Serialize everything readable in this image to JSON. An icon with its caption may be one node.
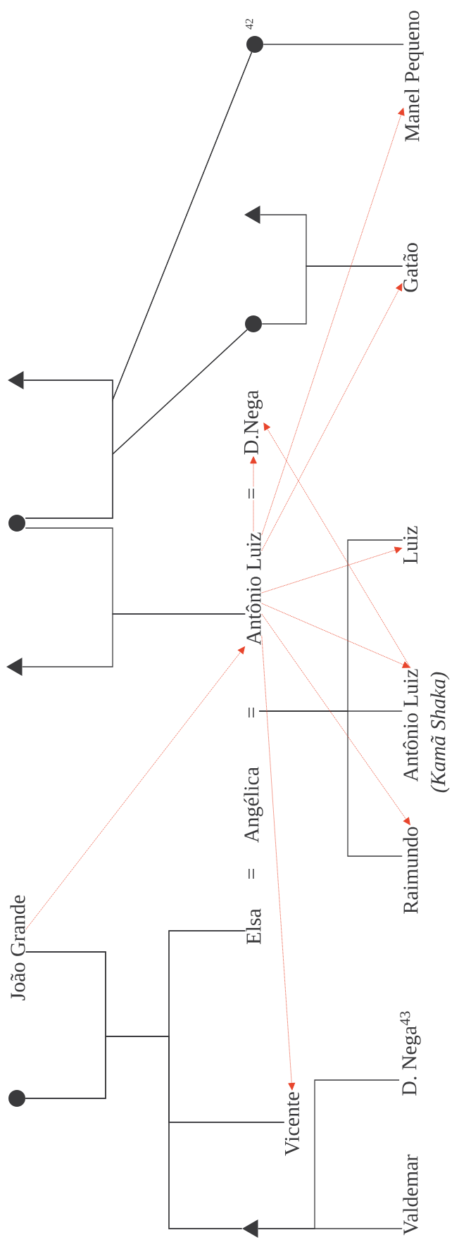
{
  "diagram": {
    "nodes": [
      {
        "text": [],
        "shape": "circle"
      },
      {
        "text": [
          "João Grande"
        ]
      },
      {
        "text": [],
        "shape": "triangle"
      },
      {
        "text": [],
        "shape": "circle"
      },
      {
        "text": [],
        "shape": "triangle"
      },
      {
        "text": [],
        "shape": "triangle"
      },
      {
        "text": [
          "Vicente"
        ]
      },
      {
        "text": [
          "Elsa"
        ]
      },
      {
        "text": [
          "Angélica"
        ]
      },
      {
        "text": [
          "Antônio Luiz"
        ]
      },
      {
        "text": [
          "D.Nega"
        ]
      },
      {
        "text": [],
        "shape": "circle"
      },
      {
        "text": [],
        "shape": "triangle"
      },
      {
        "text": [],
        "shape": "circle",
        "beside": [
          "42"
        ]
      },
      {
        "text": [
          "Valdemar"
        ]
      },
      {
        "text": [
          "D. Nega$^{43}$"
        ]
      },
      {
        "text": [
          "Raimundo"
        ]
      },
      {
        "text": [
          "Antônio Luiz"
        ],
        "beside": [
          "(Kamã Shaka)"
        ]
      },
      {
        "text": [
          "Luiz"
        ]
      },
      {
        "text": [
          "Gatão"
        ]
      },
      {
        "text": [
          "Manel Pequeno"
        ]
      },
      {
        "text": [
          "="
        ]
      }
    ],
    "edges": [
      {
        "from": 1,
        "to": 7,
        "arrow": "none"
      },
      {
        "from": 0,
        "to": 7,
        "arrow": "none"
      },
      {
        "from": 1,
        "to": 6,
        "arrow": "none"
      },
      {
        "from": 0,
        "to": 6,
        "arrow": "none"
      },
      {
        "from": 1,
        "to": 5,
        "arrow": "none"
      },
      {
        "from": 0,
        "to": 5,
        "arrow": "none"
      },
      {
        "from": 2,
        "to": 9,
        "arrow": "none"
      },
      {
        "from": 3,
        "to": 9,
        "arrow": "none"
      },
      {
        "from": 4,
        "to": 13,
        "arrow": "none"
      },
      {
        "from": 3,
        "to": 13,
        "arrow": "none"
      },
      {
        "from": 4,
        "to": 11,
        "arrow": "none"
      },
      {
        "from": 3,
        "to": 11,
        "arrow": "none"
      },
      {
        "from": 12,
        "to": 19,
        "arrow": "none"
      },
      {
        "from": 11,
        "to": 19,
        "arrow": "none"
      },
      {
        "from": 13,
        "to": 20,
        "arrow": "none"
      },
      {
        "from": 21,
        "to": 18,
        "arrow": "none"
      },
      {
        "from": 21,
        "to": 17,
        "arrow": "none"
      },
      {
        "from": 21,
        "to": 16,
        "arrow": "none"
      },
      {
        "from": 5,
        "to": 14,
        "arrow": "none"
      },
      {
        "from": 5,
        "to": 15,
        "arrow": "none"
      },
      {
        "from": 1,
        "to": 9,
        "arrow": "to",
        "style": "dashed",
        "color": "#e8452c"
      },
      {
        "from": 9,
        "to": 10,
        "arrow": "to",
        "label": "=",
        "style": "dashed",
        "color": "#e8452c"
      },
      {
        "from": 9,
        "to": 20,
        "arrow": "to",
        "style": "dashed",
        "color": "#e8452c"
      },
      {
        "from": 9,
        "to": 19,
        "arrow": "to",
        "style": "dashed",
        "color": "#e8452c"
      },
      {
        "from": 9,
        "to": 18,
        "arrow": "to",
        "style": "dashed",
        "color": "#e8452c"
      },
      {
        "from": 9,
        "to": 17,
        "arrow": "to",
        "style": "dashed",
        "color": "#e8452c"
      },
      {
        "from": 9,
        "to": 16,
        "arrow": "to",
        "style": "dashed",
        "color": "#e8452c"
      },
      {
        "from": 9,
        "to": 6,
        "arrow": "to",
        "style": "dashed",
        "color": "#e8452c"
      },
      {
        "from": 17,
        "to": 10,
        "arrow": "to",
        "style": "dashed",
        "color": "#e8452c"
      }
    ],
    "labels": [
      "="
    ]
  }
}
